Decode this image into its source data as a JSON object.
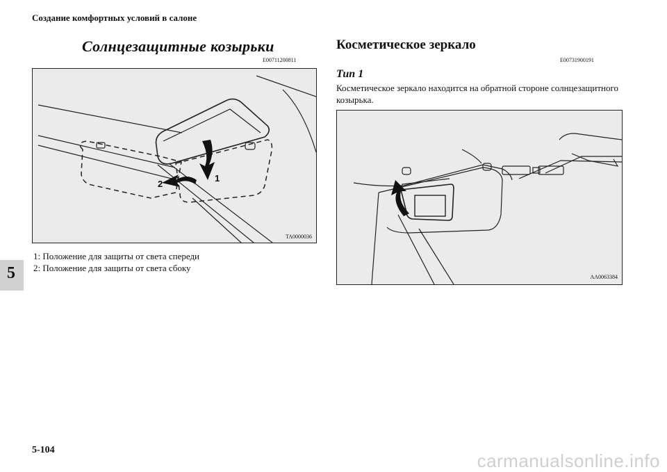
{
  "header": {
    "section_title": "Создание комфортных условий в салоне"
  },
  "left": {
    "title": "Солнцезащитные козырьки",
    "doc_code": "E00711200811",
    "figure": {
      "callout_1": "1",
      "callout_2": "2",
      "image_code": "TA0000036"
    },
    "legend": [
      {
        "text": "1:  Положение для защиты от света спереди"
      },
      {
        "text": "2:  Положение для защиты от света сбоку"
      }
    ]
  },
  "right": {
    "title": "Косметическое зеркало",
    "doc_code": "E00731900191",
    "type_label": "Тип 1",
    "description": "Косметическое зеркало находится на обратной стороне солнцезащитного козырька.",
    "figure": {
      "image_code": "AA0063384"
    }
  },
  "chapter_tab": "5",
  "page_number": "5-104",
  "watermark": "carmanualsonline.info"
}
